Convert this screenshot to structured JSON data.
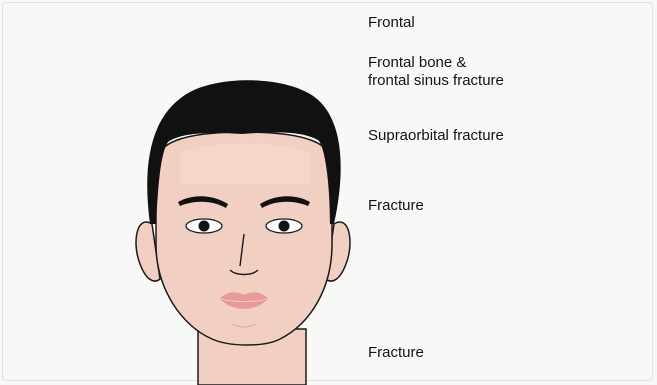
{
  "labels": {
    "frontal": "Frontal",
    "frontal_sinus": "Frontal bone &\nfrontal sinus fracture",
    "supraorbital": "Supraorbital fracture",
    "fracture_mid": "Fracture",
    "fracture_jaw": "Fracture"
  },
  "colors": {
    "hair": "#111111",
    "skin": "#f2cfc3",
    "skin_shadow": "#e9b8a8",
    "lips": "#e79a96",
    "outline": "#1a1a1a",
    "text": "#141414",
    "background": "#f8f8f6"
  }
}
